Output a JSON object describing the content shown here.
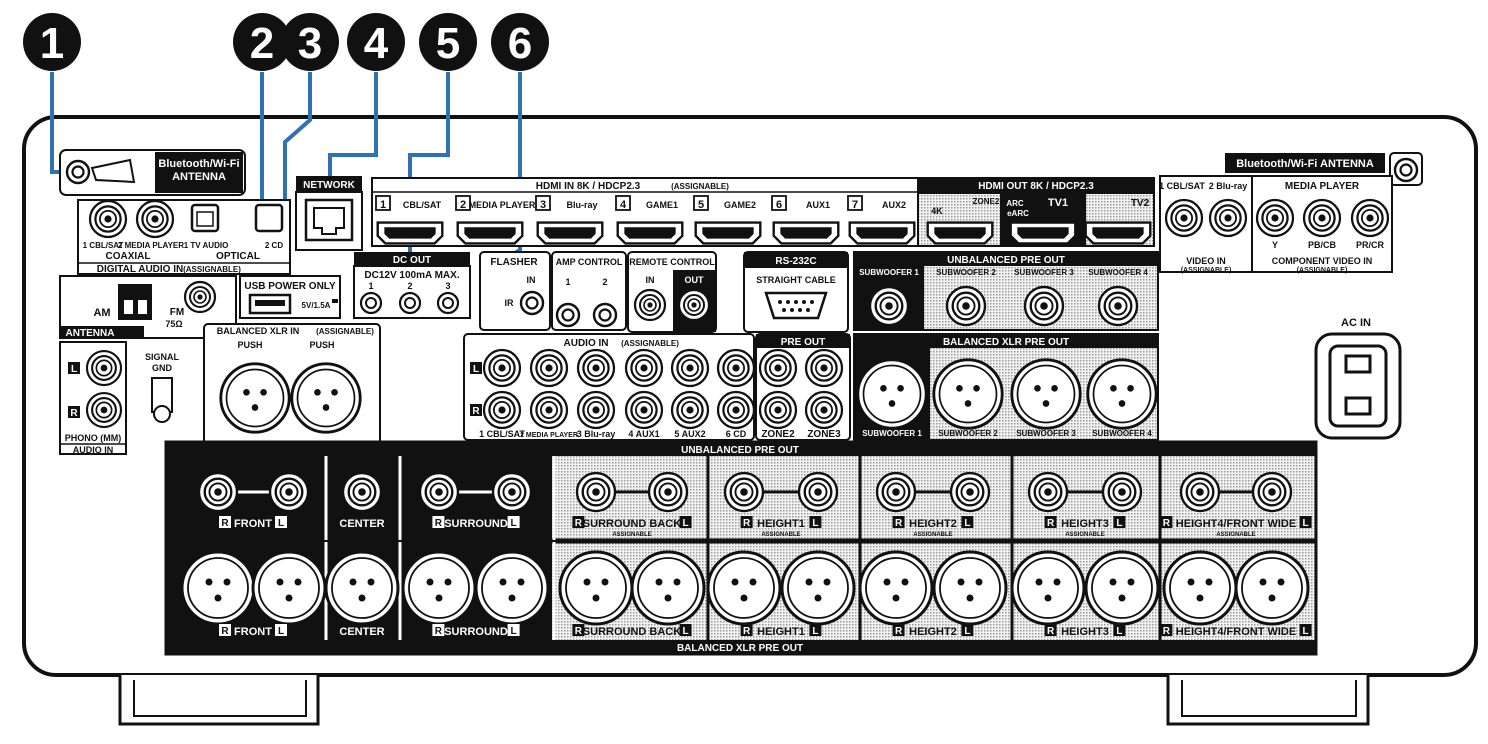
{
  "callouts": [
    "1",
    "2",
    "3",
    "4",
    "5",
    "6"
  ],
  "colors": {
    "accent": "#2e72b5",
    "panel": "#000000",
    "hatch": "#d8d8d8"
  },
  "bt_left": {
    "line1": "Bluetooth/Wi-Fi",
    "line2": "ANTENNA"
  },
  "bt_right": "Bluetooth/Wi-Fi ANTENNA",
  "digital": {
    "labels": [
      "1 CBL/SAT",
      "2 MEDIA PLAYER",
      "1 TV AUDIO",
      "2 CD"
    ],
    "coaxial": "COAXIAL",
    "optical": "OPTICAL",
    "title": "DIGITAL AUDIO IN",
    "assignable": "(ASSIGNABLE)"
  },
  "network": "NETWORK",
  "usb": {
    "label": "USB POWER ONLY",
    "spec": "5V/1.5A"
  },
  "antenna": {
    "am": "AM",
    "fm": "FM",
    "ohm": "75Ω",
    "title": "ANTENNA"
  },
  "dc_out": {
    "title": "DC OUT",
    "spec": "DC12V 100mA MAX.",
    "jacks": [
      "1",
      "2",
      "3"
    ]
  },
  "flasher": {
    "title": "FLASHER",
    "in": "IN",
    "ir": "IR"
  },
  "amp_control": {
    "title": "AMP CONTROL",
    "jacks": [
      "1",
      "2"
    ]
  },
  "remote": {
    "title": "REMOTE CONTROL",
    "in": "IN",
    "out": "OUT"
  },
  "rs232": {
    "title": "RS-232C",
    "sub": "STRAIGHT CABLE"
  },
  "hdmi_in": {
    "title": "HDMI IN   8K / HDCP2.3",
    "assignable": "(ASSIGNABLE)",
    "ports": [
      {
        "n": "1",
        "name": "CBL/SAT"
      },
      {
        "n": "2",
        "name": "MEDIA PLAYER"
      },
      {
        "n": "3",
        "name": "Blu-ray"
      },
      {
        "n": "4",
        "name": "GAME1"
      },
      {
        "n": "5",
        "name": "GAME2"
      },
      {
        "n": "6",
        "name": "AUX1"
      },
      {
        "n": "7",
        "name": "AUX2"
      }
    ]
  },
  "hdmi_out": {
    "title": "HDMI OUT   8K / HDCP2.3",
    "zone2": "ZONE2",
    "k4": "4K",
    "tv1": "TV1",
    "tv2": "TV2",
    "arc": "ARC",
    "earc": "eARC"
  },
  "video_in": {
    "labels": [
      "1 CBL/SAT",
      "2 Blu-ray"
    ],
    "title": "VIDEO IN",
    "assignable": "(ASSIGNABLE)"
  },
  "component": {
    "head": "MEDIA PLAYER",
    "labels": [
      "Y",
      "PB/CB",
      "PR/CR"
    ],
    "title": "COMPONENT VIDEO IN",
    "assignable": "(ASSIGNABLE)"
  },
  "ac_in": "AC IN",
  "unbal_sub": {
    "title": "UNBALANCED PRE OUT",
    "labels": [
      "SUBWOOFER 1",
      "SUBWOOFER 2",
      "SUBWOOFER 3",
      "SUBWOOFER 4"
    ]
  },
  "bal_sub": {
    "title": "BALANCED XLR PRE OUT",
    "labels": [
      "SUBWOOFER 1",
      "SUBWOOFER 2",
      "SUBWOOFER 3",
      "SUBWOOFER 4"
    ]
  },
  "bal_xlr_in": {
    "title": "BALANCED XLR IN",
    "assignable": "(ASSIGNABLE)",
    "push": "PUSH"
  },
  "phono": {
    "title": "PHONO (MM)",
    "sub": "AUDIO IN",
    "signal": "SIGNAL",
    "gnd": "GND"
  },
  "audio_in": {
    "title": "AUDIO IN",
    "assignable": "(ASSIGNABLE)",
    "labels": [
      "1 CBL/SAT",
      "2 MEDIA PLAYER",
      "3 Blu-ray",
      "4 AUX1",
      "5 AUX2",
      "6 CD"
    ]
  },
  "pre_out": {
    "title": "PRE OUT",
    "labels": [
      "ZONE2",
      "ZONE3"
    ]
  },
  "main_unbal_title": "UNBALANCED PRE OUT",
  "main_bal_title": "BALANCED XLR PRE OUT",
  "channels": [
    "FRONT",
    "CENTER",
    "SURROUND",
    "SURROUND BACK",
    "HEIGHT1",
    "HEIGHT2",
    "HEIGHT3",
    "HEIGHT4/FRONT WIDE"
  ],
  "assignable_small": "ASSIGNABLE",
  "side": {
    "l": "L",
    "r": "R"
  }
}
